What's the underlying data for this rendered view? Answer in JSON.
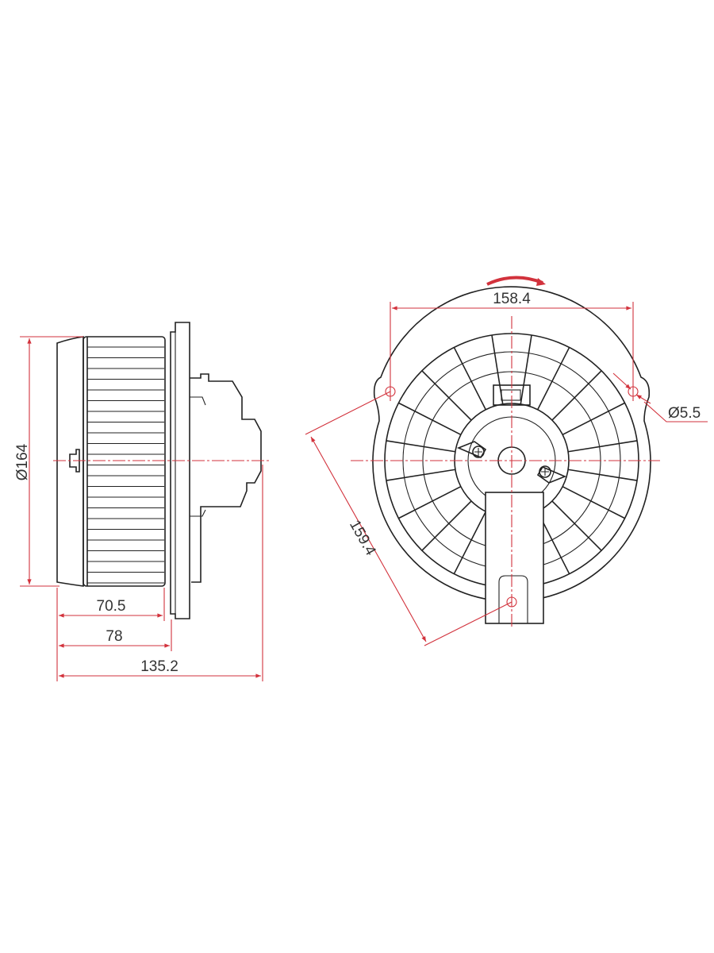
{
  "side_view": {
    "diameter_label": "Ø164",
    "wheel_length_label": "70.5",
    "flange_length_label": "78",
    "overall_length_label": "135.2"
  },
  "front_view": {
    "hole_spacing_label": "158.4",
    "hole_diameter_label": "Ø5.5",
    "diagonal_label": "159.4"
  },
  "colors": {
    "dimension": "#d2323c",
    "outline": "#222222"
  }
}
